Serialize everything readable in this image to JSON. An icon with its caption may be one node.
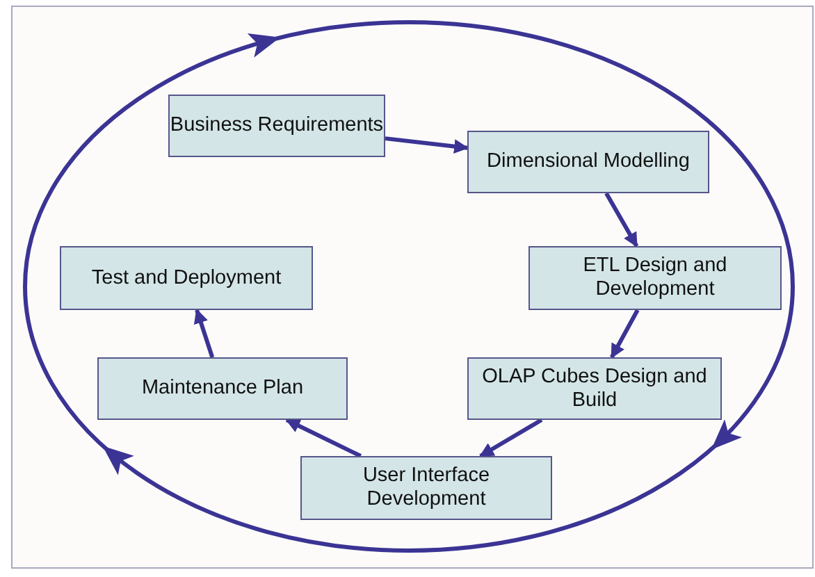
{
  "diagram": {
    "nodes": [
      {
        "text": [
          "Business Requirements"
        ]
      },
      {
        "text": [
          "Dimensional Modelling"
        ]
      },
      {
        "text": [
          "ETL Design and Development"
        ]
      },
      {
        "text": [
          "OLAP Cubes Design and Build"
        ]
      },
      {
        "text": [
          "User Interface Development"
        ]
      },
      {
        "text": [
          "Maintenance Plan"
        ]
      },
      {
        "text": [
          "Test and Deployment"
        ]
      }
    ],
    "edges": [
      {
        "from": 0,
        "to": 1,
        "arrow": "to"
      },
      {
        "from": 1,
        "to": 2,
        "arrow": "to"
      },
      {
        "from": 2,
        "to": 3,
        "arrow": "to"
      },
      {
        "from": 3,
        "to": 4,
        "arrow": "to"
      },
      {
        "from": 4,
        "to": 5,
        "arrow": "to"
      },
      {
        "from": 5,
        "to": 6,
        "arrow": "to"
      }
    ]
  }
}
